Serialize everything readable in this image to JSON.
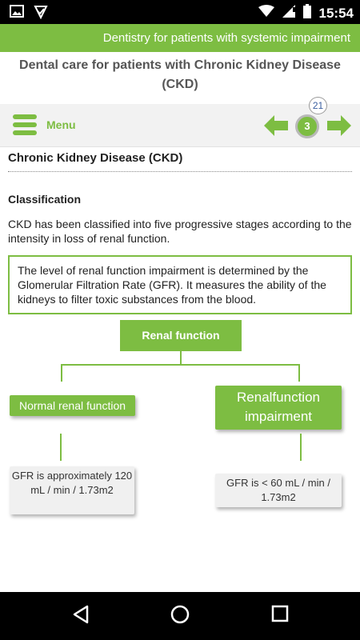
{
  "status_bar": {
    "time": "15:54",
    "icons": [
      "image-icon",
      "download-check-icon",
      "wifi-icon",
      "signal-icon",
      "battery-icon"
    ]
  },
  "app_header": {
    "title": "Dentistry for patients with systemic impairment"
  },
  "page": {
    "heading": "Dental care for patients with Chronic Kidney Disease (CKD)"
  },
  "nav": {
    "menu_label": "Menu",
    "current_page": "3",
    "total_pages": "21"
  },
  "content": {
    "section_title": "Chronic Kidney Disease (CKD)",
    "subheading": "Classification",
    "intro": "CKD has been classified into five progressive stages according to the intensity in loss of renal function.",
    "info_box": "The level of renal function impairment is determined by the Glomerular Filtration Rate (GFR). It measures the ability of the kidneys to filter toxic substances from the blood."
  },
  "diagram": {
    "root": "Renal function",
    "left": "Normal renal function",
    "right": "Renalfunction impairment",
    "left_leaf": "GFR is approximately 120 mL / min / 1.73m2",
    "right_leaf": "GFR is < 60 mL / min / 1.73m2"
  },
  "colors": {
    "accent": "#7dbd42",
    "header_text": "#555555",
    "badge_text": "#3b5fa0"
  }
}
